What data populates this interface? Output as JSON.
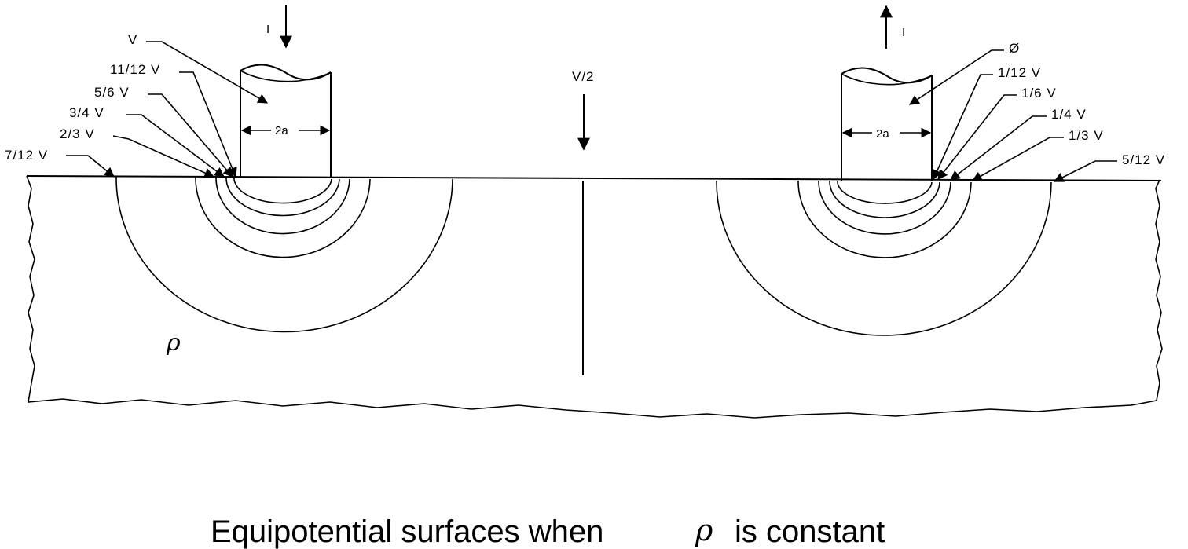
{
  "left_electrode": {
    "current_label": "I",
    "width_label": "2a",
    "potential_labels": [
      "V",
      "11/12 V",
      "5/6 V",
      "3/4 V",
      "2/3 V",
      "7/12 V"
    ]
  },
  "right_electrode": {
    "current_label": "I",
    "width_label": "2a",
    "potential_labels": [
      "Ø",
      "1/12 V",
      "1/6 V",
      "1/4 V",
      "1/3 V",
      "5/12 V"
    ]
  },
  "midplane_label": "V/2",
  "resistivity_symbol": "ρ",
  "caption": {
    "prefix": "Equipotential surfaces when",
    "symbol": "ρ",
    "suffix": "is constant"
  }
}
